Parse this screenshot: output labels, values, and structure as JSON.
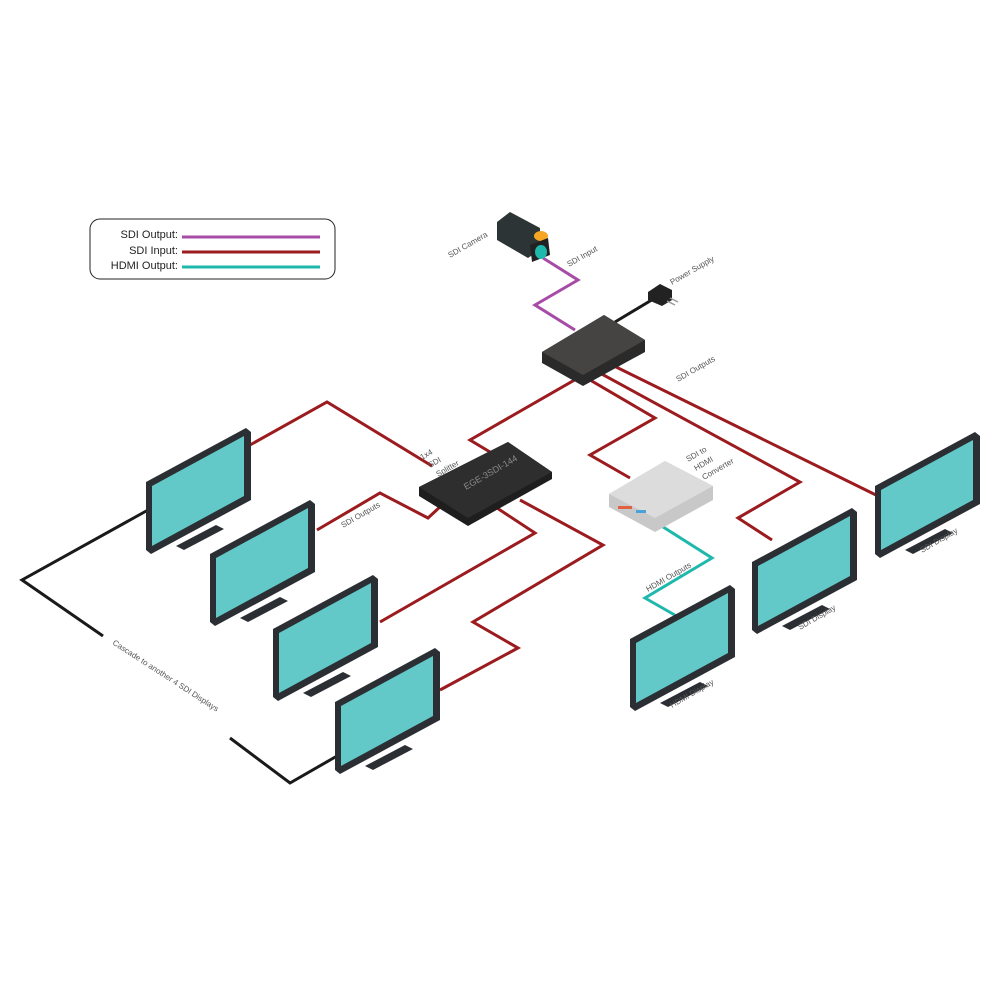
{
  "legend": {
    "items": [
      {
        "label": "SDI Output:",
        "color": "#a64ca6"
      },
      {
        "label": "SDI Input:",
        "color": "#9b1b1e"
      },
      {
        "label": "HDMI Output:",
        "color": "#1fb8ad"
      }
    ]
  },
  "labels": {
    "camera": "SDI Camera",
    "sdi_input": "SDI Input",
    "power_supply": "Power Supply",
    "hub_outputs": "SDI Outputs",
    "splitter_line1": "1x4",
    "splitter_line2": "SDI",
    "splitter_line3": "Splitter",
    "splitter_model": "EGE-3SDI-144",
    "splitter_outputs": "SDI Outputs",
    "converter_line1": "SDI to",
    "converter_line2": "HDMI",
    "converter_line3": "Converter",
    "hdmi_outputs": "HDMI Outputs",
    "hdmi_display": "HDMI Display",
    "sdi_display_1": "SDI Display",
    "sdi_display_2": "SDI Display",
    "cascade": "Cascade to another 4 SDI Displays"
  },
  "colors": {
    "screen": "#62c8c8",
    "bezel": "#2b2f33",
    "device": "#3a3a3a",
    "converter": "#d9d9d9"
  }
}
